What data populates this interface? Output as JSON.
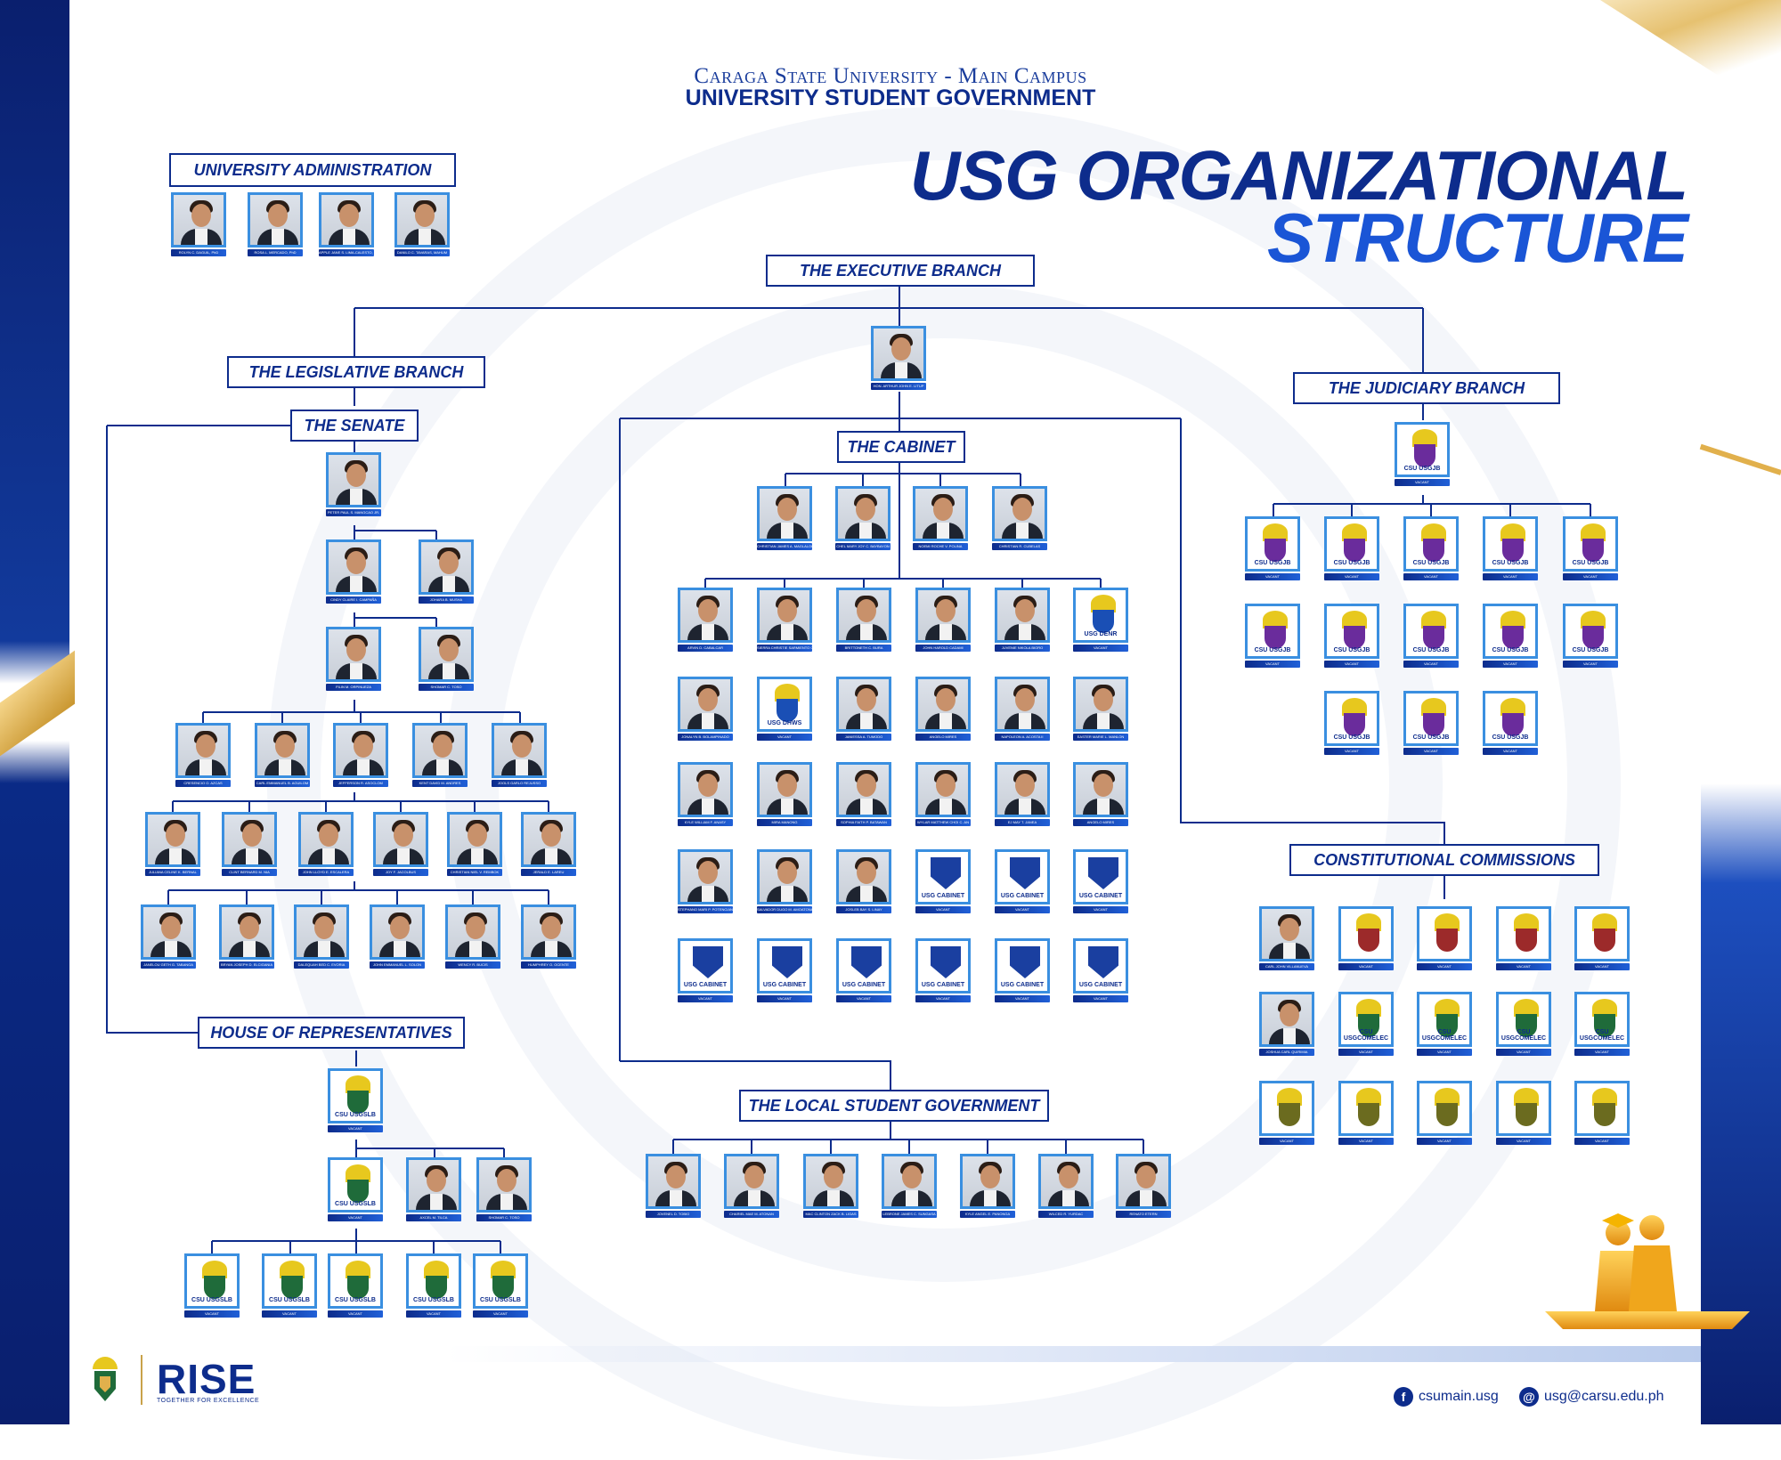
{
  "header": {
    "university": "Caraga State University - Main Campus",
    "government": "UNIVERSITY STUDENT GOVERNMENT",
    "title_line1": "USG ORGANIZATIONAL",
    "title_line2": "STRUCTURE"
  },
  "branches": {
    "university_administration": "UNIVERSITY ADMINISTRATION",
    "executive": "THE EXECUTIVE BRANCH",
    "legislative": "THE LEGISLATIVE BRANCH",
    "senate": "THE SENATE",
    "judiciary": "THE JUDICIARY BRANCH",
    "cabinet": "THE CABINET",
    "house": "HOUSE OF REPRESENTATIVES",
    "local": "THE LOCAL STUDENT GOVERNMENT",
    "commissions": "CONSTITUTIONAL COMMISSIONS"
  },
  "admin": [
    "ROLYN C. DAGUIL, PhD",
    "ROSA L. MERCADO, PhD",
    "APPLE JANE S. LIMA-CALESTO, PhD",
    "DANILO C. TAVARAS, MAHUM"
  ],
  "president": "HON. ARTHUR JOHN E. LITUP",
  "senate_people": {
    "top": "PETER PAUL S. MANGCAO JR.",
    "row2": [
      "CINDY CLAIRE I. CAMPAÑA",
      "JOHARA B. MUSHA"
    ],
    "row3": [
      "FILIN M. ORPINUEZA",
      "SHOMAR C. TOSO"
    ],
    "row4": [
      "CRESENCIO O. AZCAS",
      "CARL EMMANUEL B. AGUILOM",
      "JEFFERSON R. ASOCLOM",
      "KENT DAVID M. ANDRES",
      "JOOLS GARLO REJUSSO"
    ],
    "row5": [
      "JULIANA CELINE K. BERNAL",
      "CLINT BERNARD M. NIA",
      "JOHN LLOYD E. ESCALERA",
      "JOY F. JACOLBUS",
      "CHRISTIAN NIEL V. REMBOK",
      "JERALD E. LAREU"
    ],
    "row6": [
      "JANELOU GETH G. TABANGA",
      "BRYAN JOSEPH D. ELCIGANIA",
      "DALEQUAH BED C. EVORIA",
      "JOHN EMMANUEL L. SOLON",
      "WENCY R. BUCIS",
      "HUMPHREY O. OCENTE"
    ]
  },
  "cabinet_people": {
    "row1": [
      "CHRISTIAN JAMES A. MAGLALOLOY",
      "CHEL MARY JOY C. BAYBAYON",
      "NOEMI ROCHE V. POLINA",
      "CHRISTIAN R. CUBELAS"
    ],
    "row2": [
      "ARVIN D. CABALCAR",
      "SIERRA CHRISTIE SARMIENTO C. PALO",
      "BRITTONETH C. BURA",
      "JOHN HAROLD CADAMI",
      "JUVENIE NIKOLA BIORO",
      "VACANT"
    ],
    "row3": [
      "JONALYN B. BOLAMPINADO",
      "VACANT",
      "JANIESSA A. TUMODO",
      "ANGELO MIRES",
      "NAPOLEON A. ACOSTA II",
      "EASTER MARIE L. MANLON"
    ],
    "row4": [
      "KYLE WILLIAM F. ANASY",
      "MIRA MANONG",
      "SOPHIA FAITH P. BATAWAN",
      "WYLAR MATTHEW CHOI C. AN",
      "EJ MAY T. JANEA",
      "ANGELO MIRES"
    ],
    "row5": [
      "STEPHANO MARI P. POTENCIANDO",
      "SALVADOR DUGO M. AMOATONA",
      "JOSLEB BAY S. LINAY",
      "VACANT",
      "VACANT",
      "VACANT"
    ],
    "row6": [
      "VACANT",
      "VACANT",
      "VACANT",
      "VACANT",
      "VACANT",
      "VACANT"
    ]
  },
  "cabinet_logo_labels": {
    "denr": "USG DENR",
    "dhws": "USG DHWS",
    "cabinet": "USG CABINET"
  },
  "judiciary_logo_label": "CSU USGJB",
  "commission_logo_label": "CSU USGCOMELEC",
  "house_logo_label": "CSU USGSLB",
  "vacant": "VACANT",
  "house_people": {
    "top": "VACANT",
    "row2": [
      "VACANT",
      "AXCEL M. TILCA",
      "SHOMAR C. TOSO"
    ],
    "row3": [
      "VACANT",
      "VACANT",
      "VACANT",
      "VACANT",
      "VACANT"
    ]
  },
  "commission_people": [
    "CARL JOHN VILLANUEVA",
    "JOSHUA CARL QUIRIMIA"
  ],
  "local_people": [
    "JOVENEL D. TOBIO",
    "CHARIEL MAE M. ATONAN",
    "MAC CLINTON ZACK B. LIGAS",
    "LEBRONE JAMES C. SUNGASA",
    "KYLE ANGEL E. PANONGA",
    "WILCED R. YURDAC",
    "RENATO ETERN"
  ],
  "footer": {
    "rise": "RISE",
    "rise_tagline": "TOGETHER FOR EXCELLENCE",
    "facebook": "csumain.usg",
    "email": "usg@carsu.edu.ph"
  },
  "colors": {
    "navy": "#0d2c8c",
    "blue": "#1a55d6",
    "gold": "#e1b04c",
    "frame": "#3a8fe0"
  }
}
